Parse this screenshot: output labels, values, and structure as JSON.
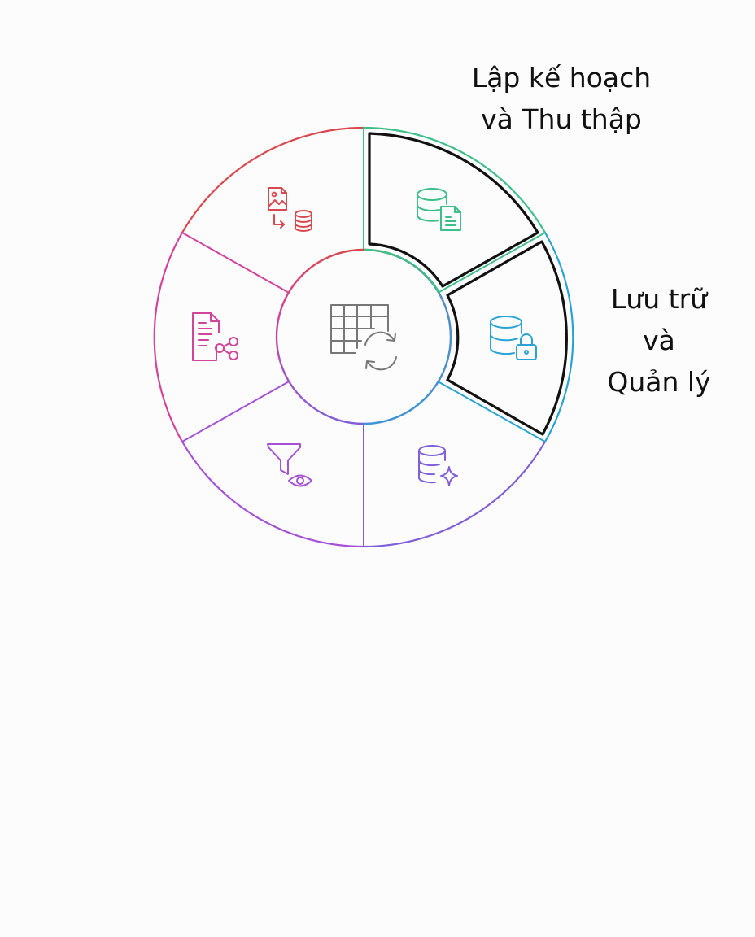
{
  "diagram": {
    "labels": {
      "planning_line1": "Lập kế hoạch",
      "planning_line2": "và Thu thập",
      "storage_line1": "Lưu trữ",
      "storage_line2": "và",
      "storage_line3": "Quản lý"
    },
    "segments": [
      {
        "id": "planning-collection",
        "color": "#3dbf8a",
        "icon": "database-document-icon",
        "highlighted": true
      },
      {
        "id": "storage-management",
        "color": "#2aa3d4",
        "icon": "database-lock-icon",
        "highlighted": true
      },
      {
        "id": "data-quality",
        "color": "#7f5fd9",
        "icon": "database-sparkle-icon",
        "highlighted": false
      },
      {
        "id": "filter-review",
        "color": "#a451d6",
        "icon": "filter-eye-icon",
        "highlighted": false
      },
      {
        "id": "report-share",
        "color": "#d2449a",
        "icon": "document-share-icon",
        "highlighted": false
      },
      {
        "id": "image-to-database",
        "color": "#d9484d",
        "icon": "image-to-database-icon",
        "highlighted": false
      }
    ],
    "center": {
      "icon": "table-refresh-icon",
      "color": "#777777"
    }
  }
}
